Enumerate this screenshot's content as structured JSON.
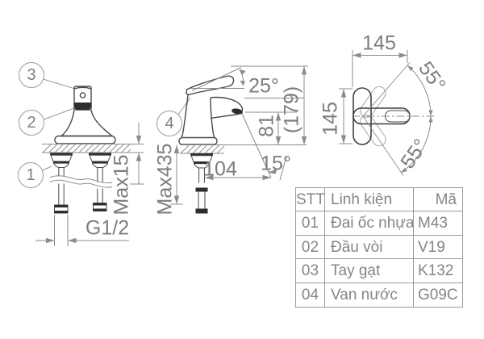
{
  "drawing_type": "faucet technical drawing",
  "colors": {
    "background": "#ffffff",
    "dimension_line": "#8c8c8c",
    "outline": "#4a4a4a",
    "text": "#7d7d7d",
    "dark_fill": "#2e2e2e"
  },
  "callouts": [
    "1",
    "2",
    "3",
    "4"
  ],
  "dimensions": {
    "side": {
      "counter_max": "Max15",
      "thread": "G1/2"
    },
    "front": {
      "handle_angle": "25°",
      "overall_height": "(179)",
      "spout_height": "81",
      "spout_reach": "104",
      "spray_angle": "15°",
      "hose_max": "Max435"
    },
    "top": {
      "width": "145",
      "depth": "145",
      "handle_swing_upper": "55°",
      "handle_swing_lower": "55°"
    }
  },
  "table": {
    "headers": [
      "STT",
      "Linh kiện",
      "Mã"
    ],
    "rows": [
      [
        "01",
        "Đai ốc nhựa",
        "M43"
      ],
      [
        "02",
        "Đầu vòi",
        "V19"
      ],
      [
        "03",
        "Tay gạt",
        "K132"
      ],
      [
        "04",
        "Van nước",
        "G09C"
      ]
    ]
  }
}
